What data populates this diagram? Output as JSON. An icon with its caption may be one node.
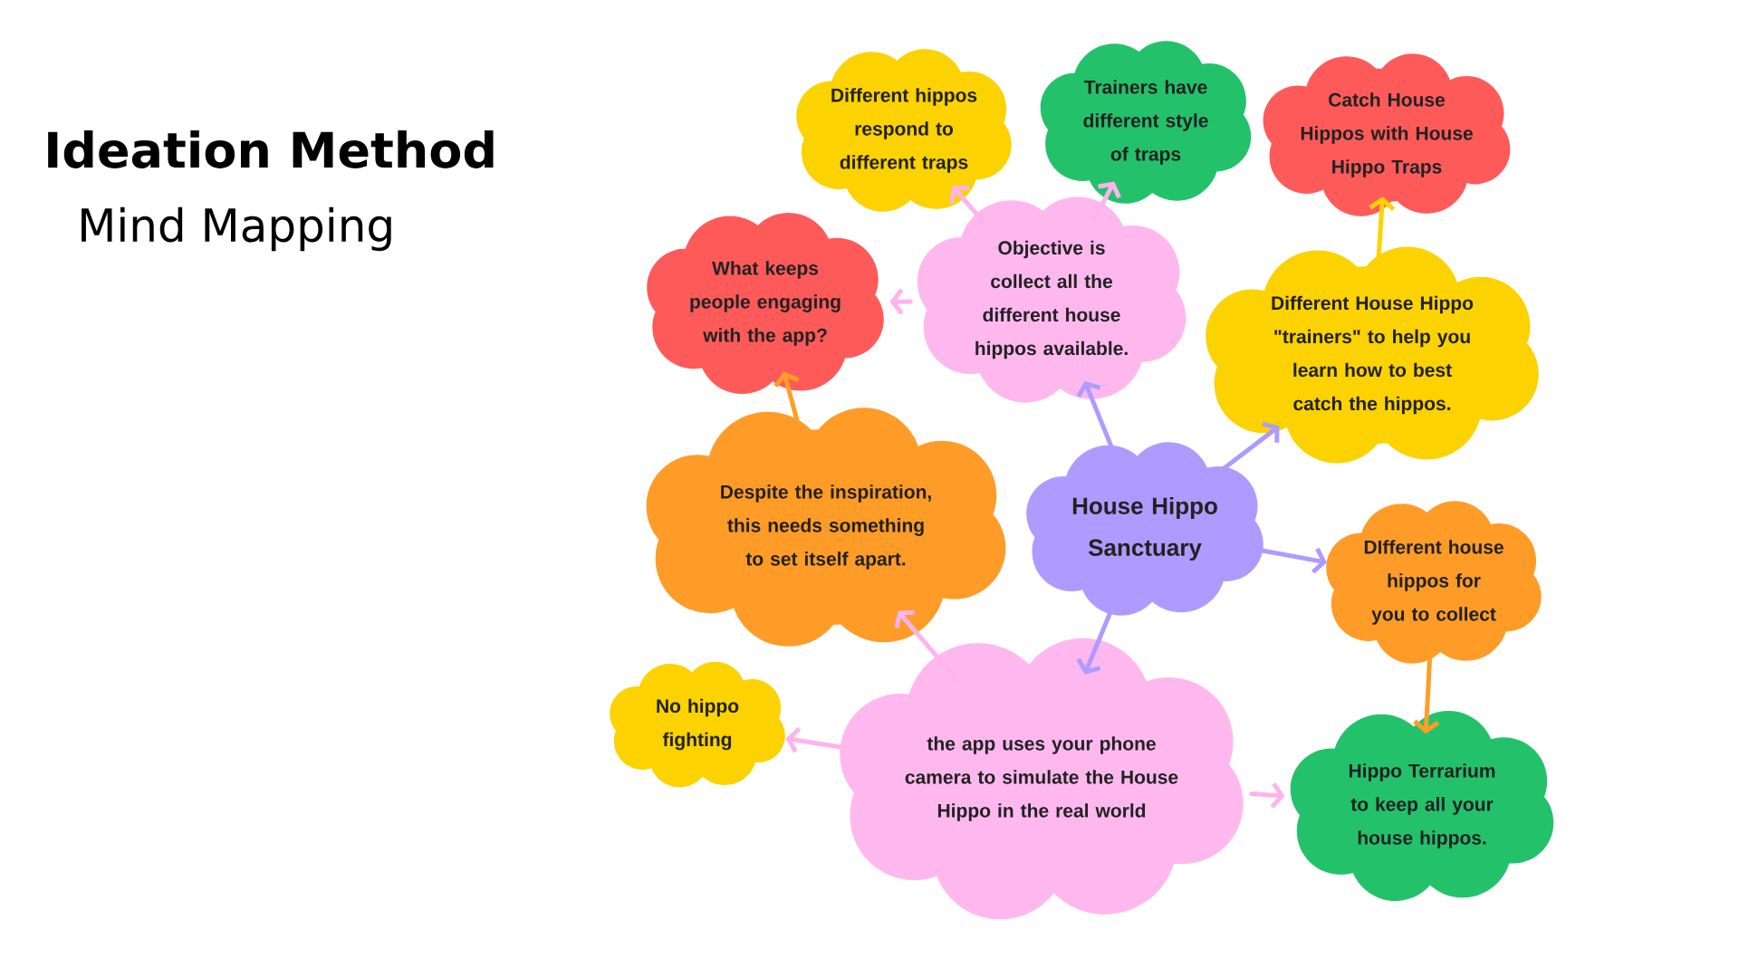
{
  "diagram": {
    "title": "Ideation Method",
    "nodes": [
      {
        "text": [
          "House Hippo Sanctuary"
        ]
      },
      {
        "text": [
          "Objective is collect all the different house hippos available."
        ]
      },
      {
        "text": [
          "Different hippos respond to different traps"
        ]
      },
      {
        "text": [
          "Trainers have different style of traps"
        ]
      },
      {
        "text": [
          "Catch House Hippos with House Hippo Traps"
        ]
      },
      {
        "text": [
          "What keeps people engaging with the app?"
        ]
      },
      {
        "text": [
          "Different House Hippo \"trainers\" to help you learn how to best catch the hippos."
        ]
      },
      {
        "text": [
          "Despite the inspiration, this needs something to set itself apart."
        ]
      },
      {
        "text": [
          "DIfferent house hippos for you to collect"
        ]
      },
      {
        "text": [
          "No hippo fighting"
        ]
      },
      {
        "text": [
          "the app uses your phone camera to simulate the House Hippo in the real world"
        ]
      },
      {
        "text": [
          "Hippo Terrarium to keep all your house hippos."
        ]
      }
    ],
    "edges": [
      {
        "from": 0,
        "to": 1,
        "arrow": "to",
        "color": "#ad9cff"
      },
      {
        "from": 1,
        "to": 2,
        "arrow": "to",
        "color": "#ffb3ec"
      },
      {
        "from": 1,
        "to": 3,
        "arrow": "to",
        "color": "#ffb3ec"
      },
      {
        "from": 1,
        "to": 5,
        "arrow": "to",
        "color": "#ffb3ec"
      },
      {
        "from": 0,
        "to": 6,
        "arrow": "to",
        "color": "#ad9cff"
      },
      {
        "from": 6,
        "to": 4,
        "arrow": "to",
        "color": "#ffd200"
      },
      {
        "from": 0,
        "to": 8,
        "arrow": "to",
        "color": "#ad9cff"
      },
      {
        "from": 8,
        "to": 11,
        "arrow": "to",
        "color": "#ff9d26"
      },
      {
        "from": 0,
        "to": 10,
        "arrow": "to",
        "color": "#ad9cff"
      },
      {
        "from": 10,
        "to": 7,
        "arrow": "to",
        "color": "#ffb3ec"
      },
      {
        "from": 10,
        "to": 9,
        "arrow": "to",
        "color": "#ffb3ec"
      },
      {
        "from": 10,
        "to": 11,
        "arrow": "to",
        "color": "#ffb3ec"
      },
      {
        "from": 7,
        "to": 5,
        "arrow": "to",
        "color": "#ff9d26"
      }
    ],
    "labels": [
      "Mind Mapping"
    ]
  }
}
